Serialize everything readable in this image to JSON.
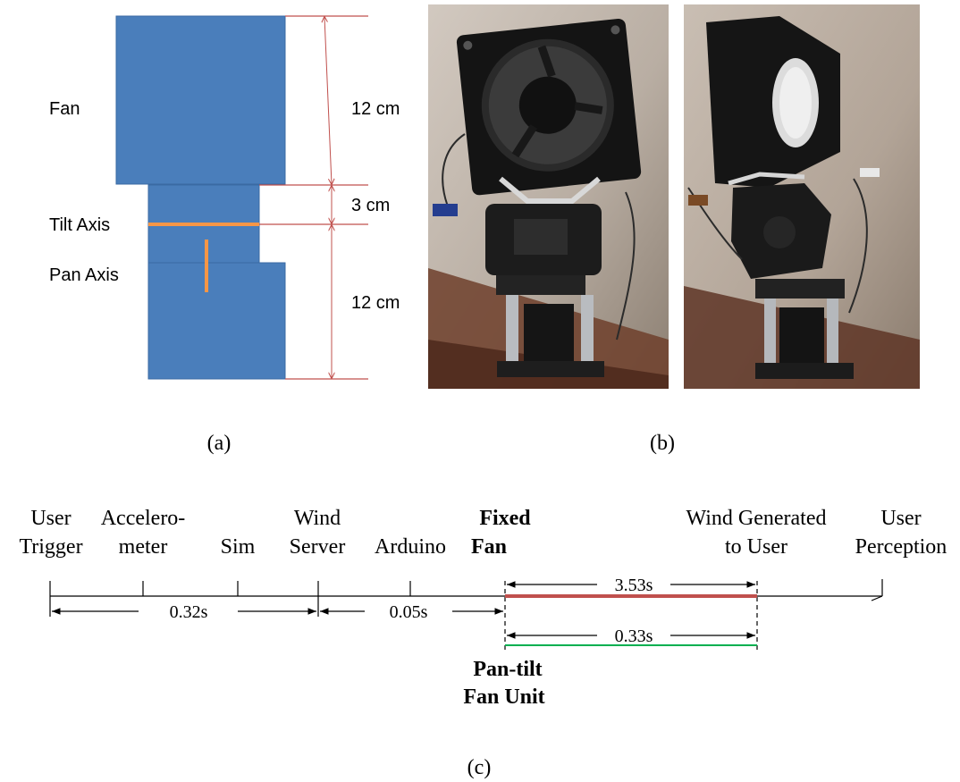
{
  "panel_a": {
    "labels": {
      "fan": "Fan",
      "tilt_axis": "Tilt Axis",
      "pan_axis": "Pan Axis"
    },
    "dimensions": {
      "fan_height": "12 cm",
      "gap_height": "3 cm",
      "base_height": "12 cm"
    },
    "caption": "(a)",
    "colors": {
      "block": "#4a7ebb",
      "block_edge": "#3a6aa3",
      "axis_marker": "#f79646",
      "dimension_line": "#c0504d"
    }
  },
  "panel_b": {
    "caption": "(b)",
    "photos": [
      "front-view-photo",
      "side-view-photo"
    ]
  },
  "panel_c": {
    "caption": "(c)",
    "stages": [
      {
        "line1": "User",
        "line2": "Trigger",
        "bold": false
      },
      {
        "line1": "Accelero-",
        "line2": "meter",
        "bold": false
      },
      {
        "line1": "",
        "line2": "Sim",
        "bold": false
      },
      {
        "line1": "Wind",
        "line2": "Server",
        "bold": false
      },
      {
        "line1": "",
        "line2": "Arduino",
        "bold": false
      },
      {
        "line1": "Fixed",
        "line2": "Fan",
        "bold": true
      },
      {
        "line1": "Wind Generated",
        "line2": "to User",
        "bold": false
      },
      {
        "line1": "User",
        "line2": "Perception",
        "bold": false
      }
    ],
    "intervals": [
      {
        "label": "0.32s"
      },
      {
        "label": "0.05s"
      },
      {
        "label": "3.53s",
        "color": "#c0504d"
      },
      {
        "label": "0.33s",
        "color": "#00b050"
      }
    ],
    "pan_tilt_label": {
      "line1": "Pan-tilt",
      "line2": "Fan Unit"
    }
  }
}
